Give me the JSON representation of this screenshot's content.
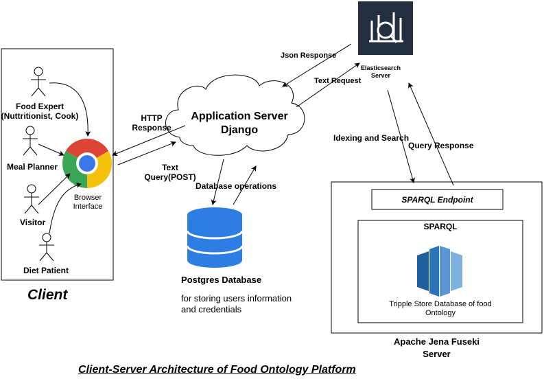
{
  "client": {
    "title": "Client",
    "actors": {
      "food_expert": "Food Expert\n(Nuttritionist, Cook)",
      "meal_planner": "Meal Planner",
      "visitor": "Visitor",
      "diet_patient": "Diet Patient"
    },
    "browser_label": "Browser\nInterface"
  },
  "app_server": {
    "title": "Application Server\nDjango"
  },
  "database": {
    "title": "Postgres Database",
    "description": "for storing users information\nand credentials"
  },
  "elasticsearch": {
    "label": "Elasticsearch\nServer"
  },
  "fuseki": {
    "title": "Apache Jena Fuseki\nServer",
    "endpoint": "SPARQL Endpoint",
    "sparql": "SPARQL",
    "store_label": "Tripple Store Database of food\nOntology"
  },
  "edges": {
    "http_response": "HTTP\nResponse",
    "text_query": "Text\nQuery(POST)",
    "db_operations": "Database operations",
    "json_response": "Json Response",
    "text_request": "Text Request",
    "indexing_search": "Idexing and Search",
    "query_response": "Query Response"
  },
  "caption": "Client-Server Architecture of Food Ontology Platform",
  "colors": {
    "db_blue": "#2d7de3",
    "es_bg": "#232f3e",
    "store_blue": "#2e73b8"
  }
}
